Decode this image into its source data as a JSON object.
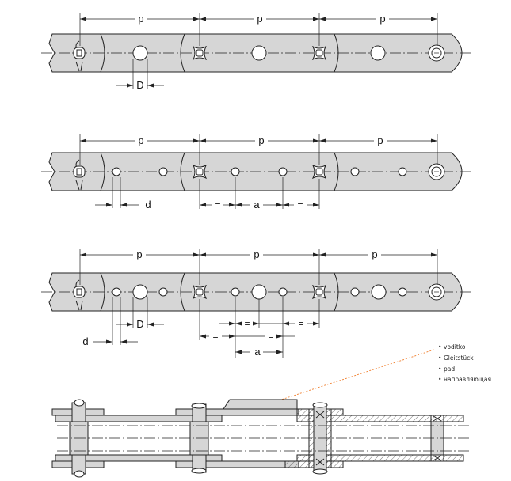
{
  "dims": {
    "pitch": "p",
    "bore_large": "D",
    "bore_small": "d",
    "spacing": "a",
    "equal": "="
  },
  "legend": {
    "items": [
      "voditko",
      "Gleitstück",
      "pad",
      "направляющая"
    ],
    "bullet": "•"
  },
  "colors": {
    "plate": "#d6d6d6",
    "outline": "#222222",
    "pointer": "#f08030",
    "hatch": "#555555"
  }
}
